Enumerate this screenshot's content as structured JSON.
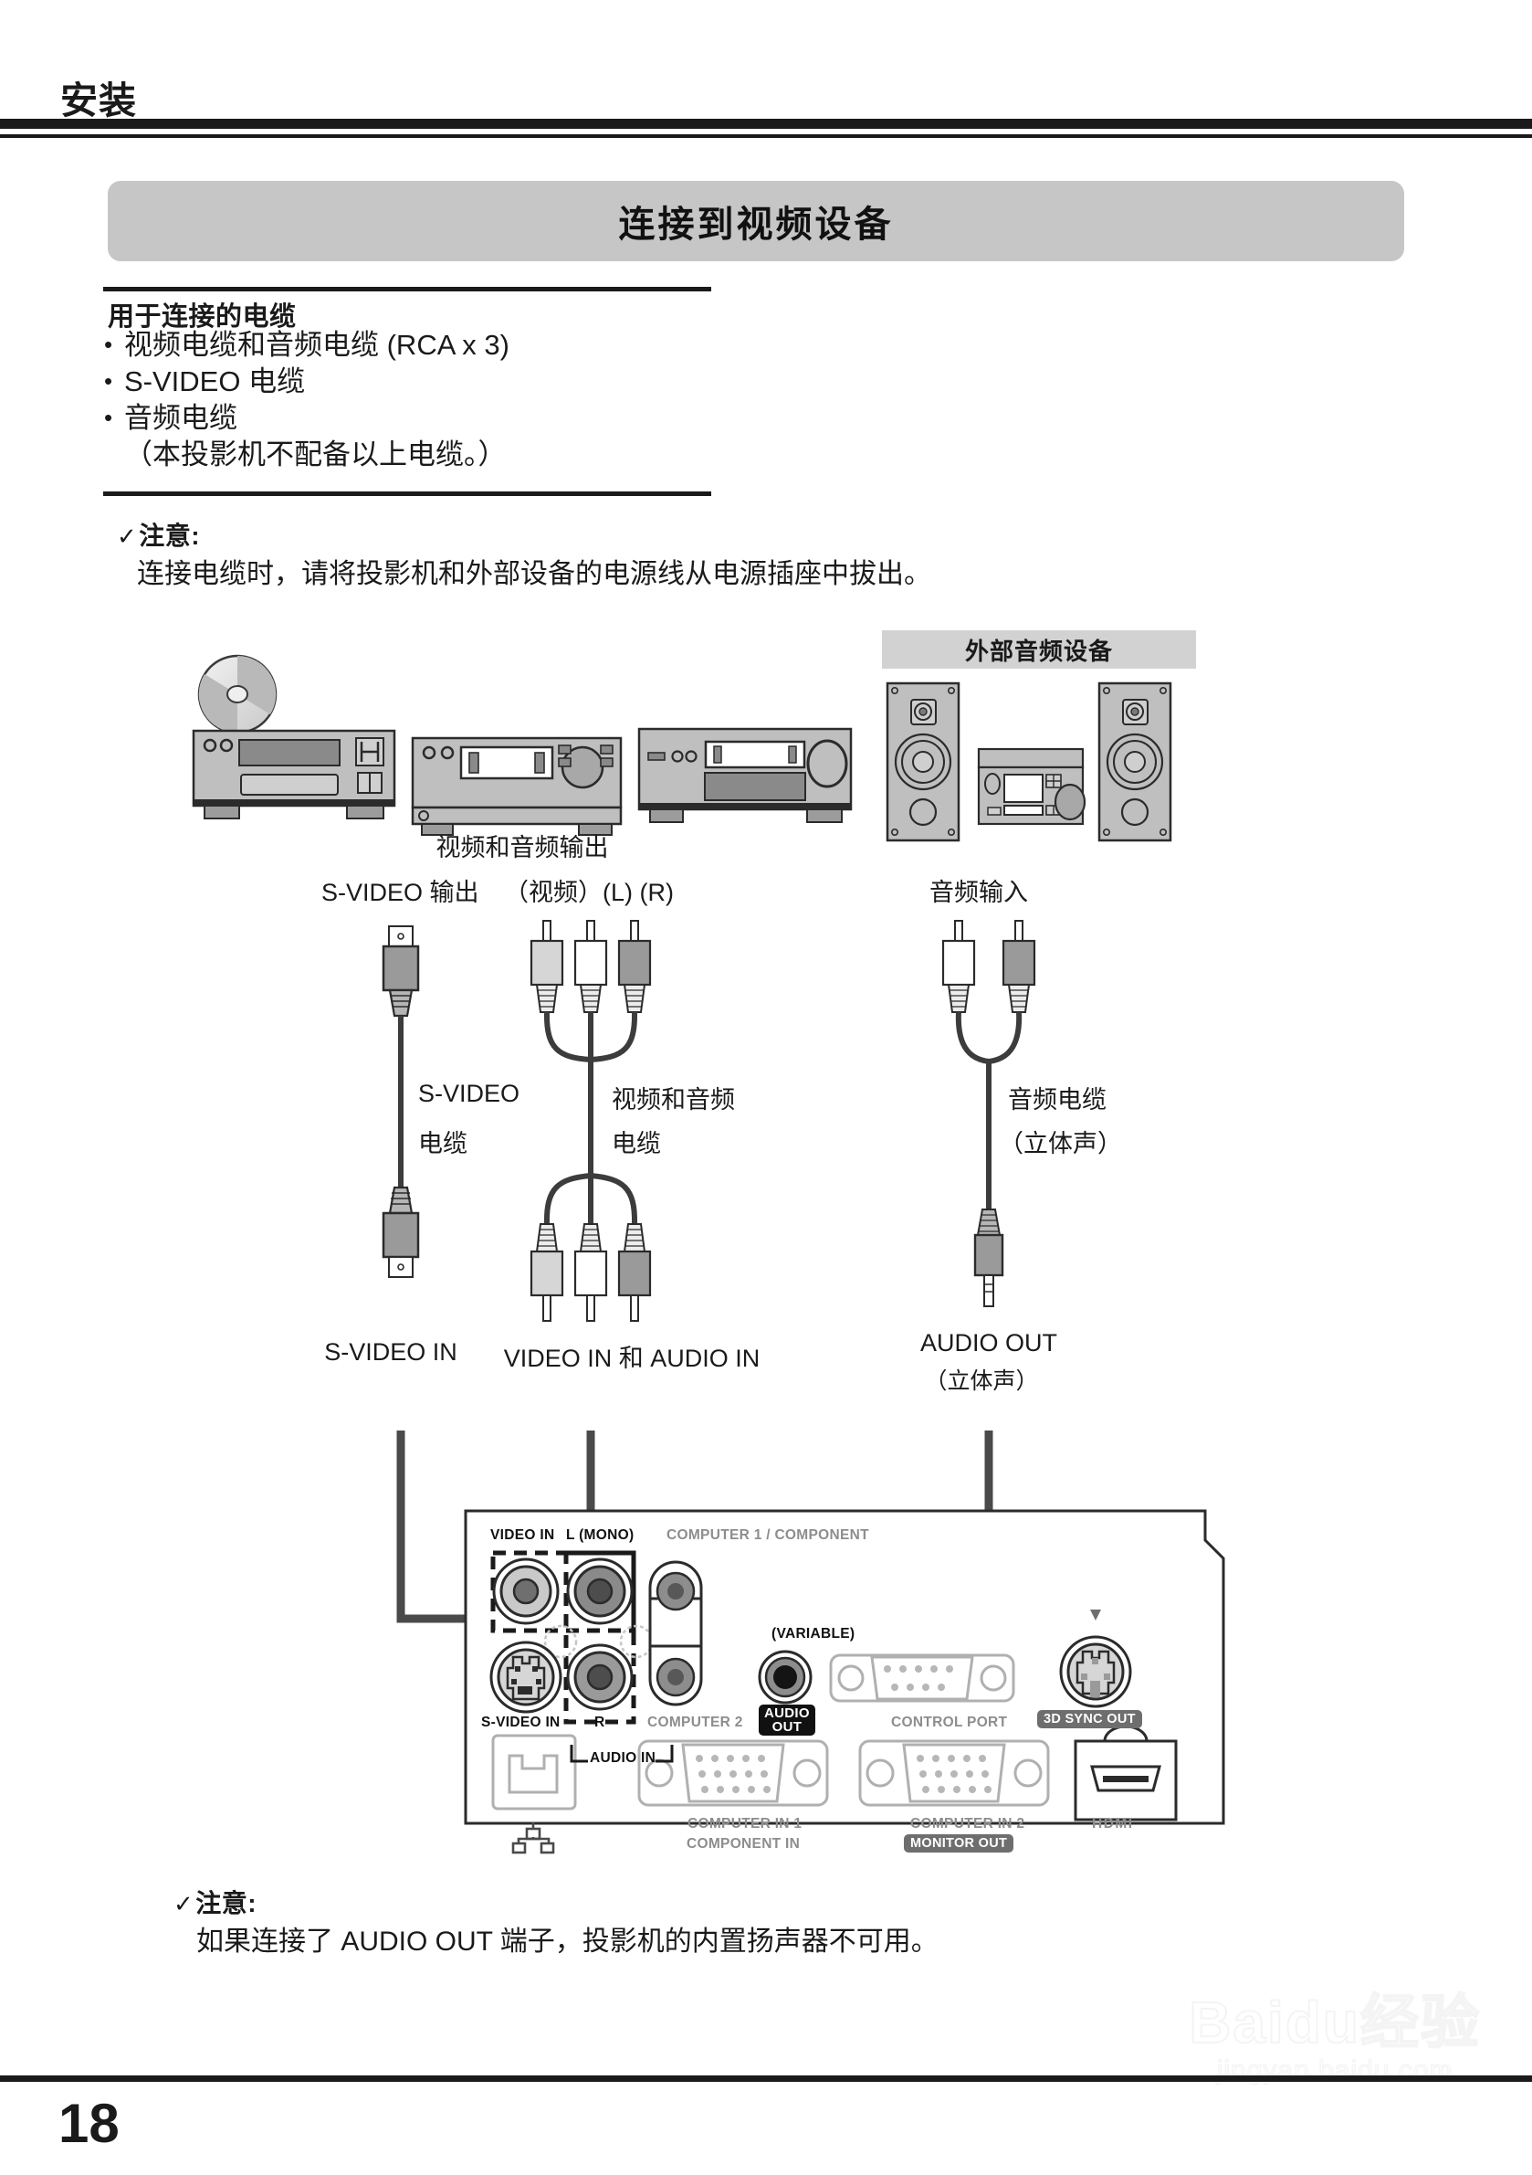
{
  "header": {
    "chapter_title": "安装"
  },
  "banner": {
    "title": "连接到视频设备"
  },
  "cables_section": {
    "heading": "用于连接的电缆",
    "items": [
      "视频电缆和音频电缆 (RCA x 3)",
      "S-VIDEO 电缆",
      "音频电缆"
    ],
    "note_line": "（本投影机不配备以上电缆。）",
    "bullet_glyph": "•"
  },
  "note_top": {
    "check_glyph": "✓",
    "heading": "注意:",
    "body": "连接电缆时，请将投影机和外部设备的电源线从电源插座中拔出。"
  },
  "diagram": {
    "external_audio_label": "外部音频设备",
    "video_audio_output_label": "视频和音频输出",
    "svideo_out_label": "S-VIDEO 输出",
    "rca_head_labels": "（视频）(L) (R)",
    "audio_in_label": "音频输入",
    "svideo_cable_label_line1": "S-VIDEO",
    "svideo_cable_label_line2": "电缆",
    "av_cable_label_line1": "视频和音频",
    "av_cable_label_line2": "电缆",
    "audio_cable_label_line1": "音频电缆",
    "audio_cable_label_line2": "（立体声）",
    "svideo_in_label": "S-VIDEO IN",
    "video_audio_in_label": "VIDEO IN 和 AUDIO IN",
    "audio_out_label_line1": "AUDIO OUT",
    "audio_out_label_line2": "（立体声）"
  },
  "terminal_panel": {
    "labels": {
      "video_in": "VIDEO IN",
      "l_mono": "L (MONO)",
      "computer1_component": "COMPUTER 1 / COMPONENT",
      "variable": "(VARIABLE)",
      "svideo_in": "S-VIDEO IN",
      "r": "R",
      "computer2": "COMPUTER 2",
      "audio_out_line1": "AUDIO",
      "audio_out_line2": "OUT",
      "control_port": "CONTROL PORT",
      "sync_3d_out": "3D SYNC OUT",
      "audio_in_bracket": "AUDIO IN",
      "computer_in_1": "COMPUTER IN 1",
      "component_in": "COMPONENT IN",
      "computer_in_2": "COMPUTER IN 2",
      "monitor_out": "MONITOR OUT",
      "hdmi": "HDMI"
    }
  },
  "note_bottom": {
    "check_glyph": "✓",
    "heading": "注意:",
    "body": "如果连接了 AUDIO OUT 端子，投影机的内置扬声器不可用。"
  },
  "footer": {
    "page_number": "18"
  },
  "watermark": {
    "main": "Baidu经验",
    "sub": "jingyan.baidu.com"
  },
  "colors": {
    "rule": "#1a1a1a",
    "banner_bg": "#c6c6c6",
    "label_box_bg": "#d2d2d2",
    "device_body": "#bfbfbf",
    "device_dark": "#8a8a8a",
    "arrow": "#4a4a4a",
    "badge_dark": "#111111",
    "badge_grey": "#6e6e6e",
    "panel_text_grey": "#8d8d8d"
  }
}
